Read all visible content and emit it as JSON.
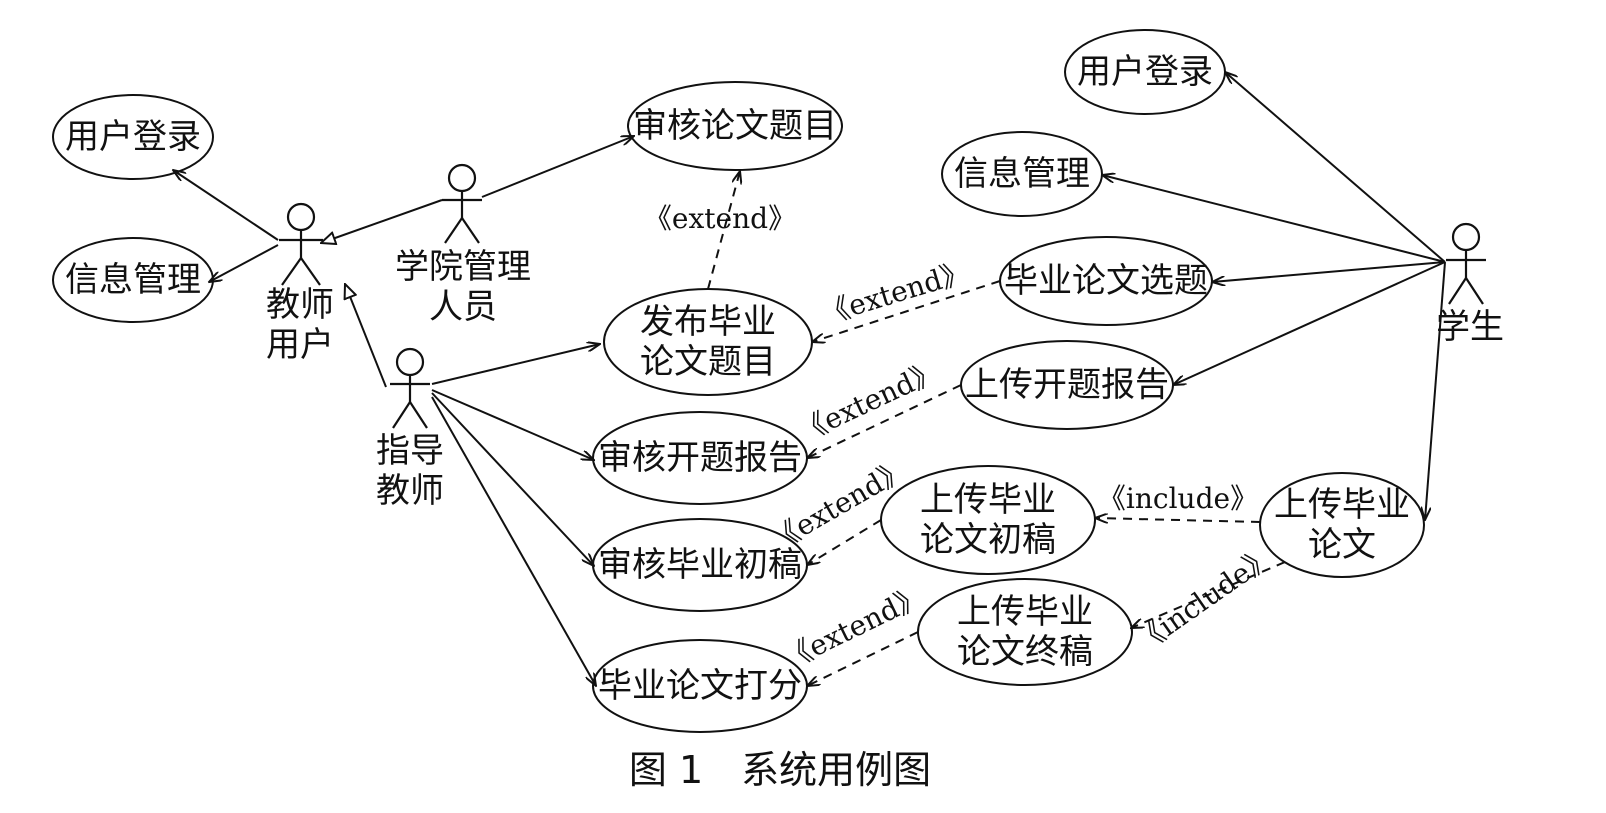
{
  "actors": {
    "teacher_user": [
      "教师",
      "用户"
    ],
    "college_admin": [
      "学院管理",
      "人员"
    ],
    "advisor": [
      "指导",
      "教师"
    ],
    "student": [
      "学生"
    ]
  },
  "use_cases": {
    "left_login": [
      "用户登录"
    ],
    "left_info": [
      "信息管理"
    ],
    "review_topic": [
      "审核论文题目"
    ],
    "publish_topic": [
      "发布毕业",
      "论文题目"
    ],
    "review_proposal": [
      "审核开题报告"
    ],
    "review_draft": [
      "审核毕业初稿"
    ],
    "grade_thesis": [
      "毕业论文打分"
    ],
    "right_login": [
      "用户登录"
    ],
    "right_info": [
      "信息管理"
    ],
    "select_topic": [
      "毕业论文选题"
    ],
    "upload_proposal": [
      "上传开题报告"
    ],
    "upload_draft": [
      "上传毕业",
      "论文初稿"
    ],
    "upload_thesis": [
      "上传毕业",
      "论文"
    ],
    "upload_final": [
      "上传毕业",
      "论文终稿"
    ]
  },
  "stereotypes": {
    "extend": "《extend》",
    "include": "《include》"
  },
  "caption": "图 1　系统用例图"
}
